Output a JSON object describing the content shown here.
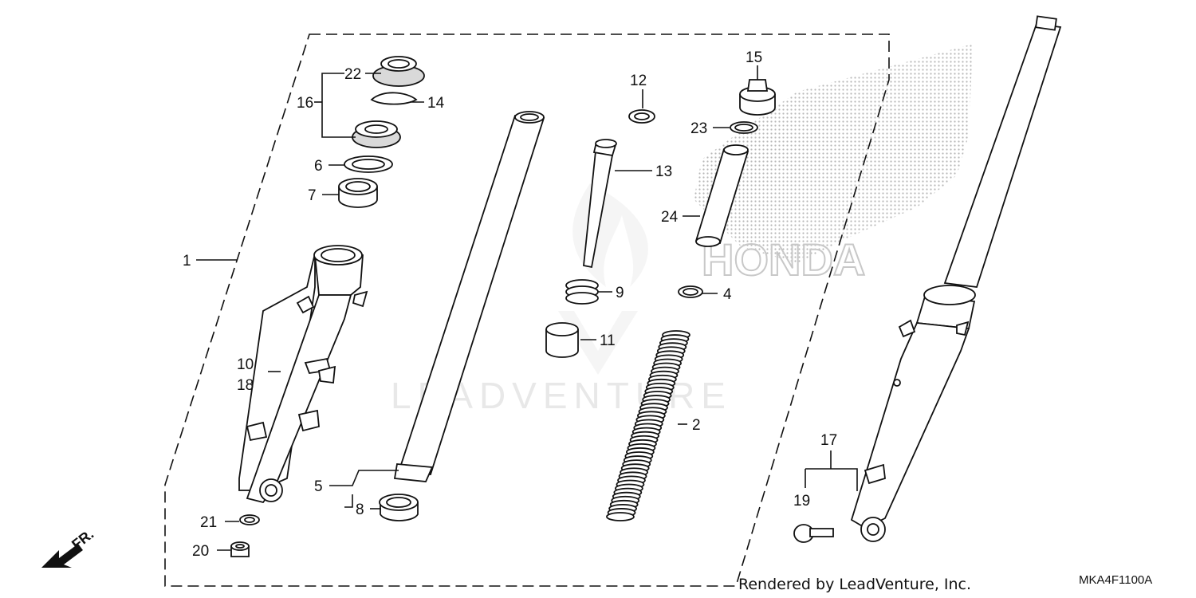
{
  "diagram": {
    "callouts": {
      "c1": "1",
      "c2": "2",
      "c4": "4",
      "c5": "5",
      "c6": "6",
      "c7": "7",
      "c8": "8",
      "c9": "9",
      "c10": "10",
      "c11": "11",
      "c12": "12",
      "c13": "13",
      "c14": "14",
      "c15": "15",
      "c16": "16",
      "c17": "17",
      "c18": "18",
      "c19": "19",
      "c20": "20",
      "c21": "21",
      "c22": "22",
      "c23": "23",
      "c24": "24"
    },
    "direction_label": "FR.",
    "credit": "Rendered by LeadVenture, Inc.",
    "diagram_code": "MKA4F1100A",
    "watermark_text": "LEADVENTURE",
    "brand_watermark": "HONDA",
    "colors": {
      "line": "#111111",
      "watermark": "#e6e6e6",
      "dots": "#bdbdbd"
    }
  }
}
